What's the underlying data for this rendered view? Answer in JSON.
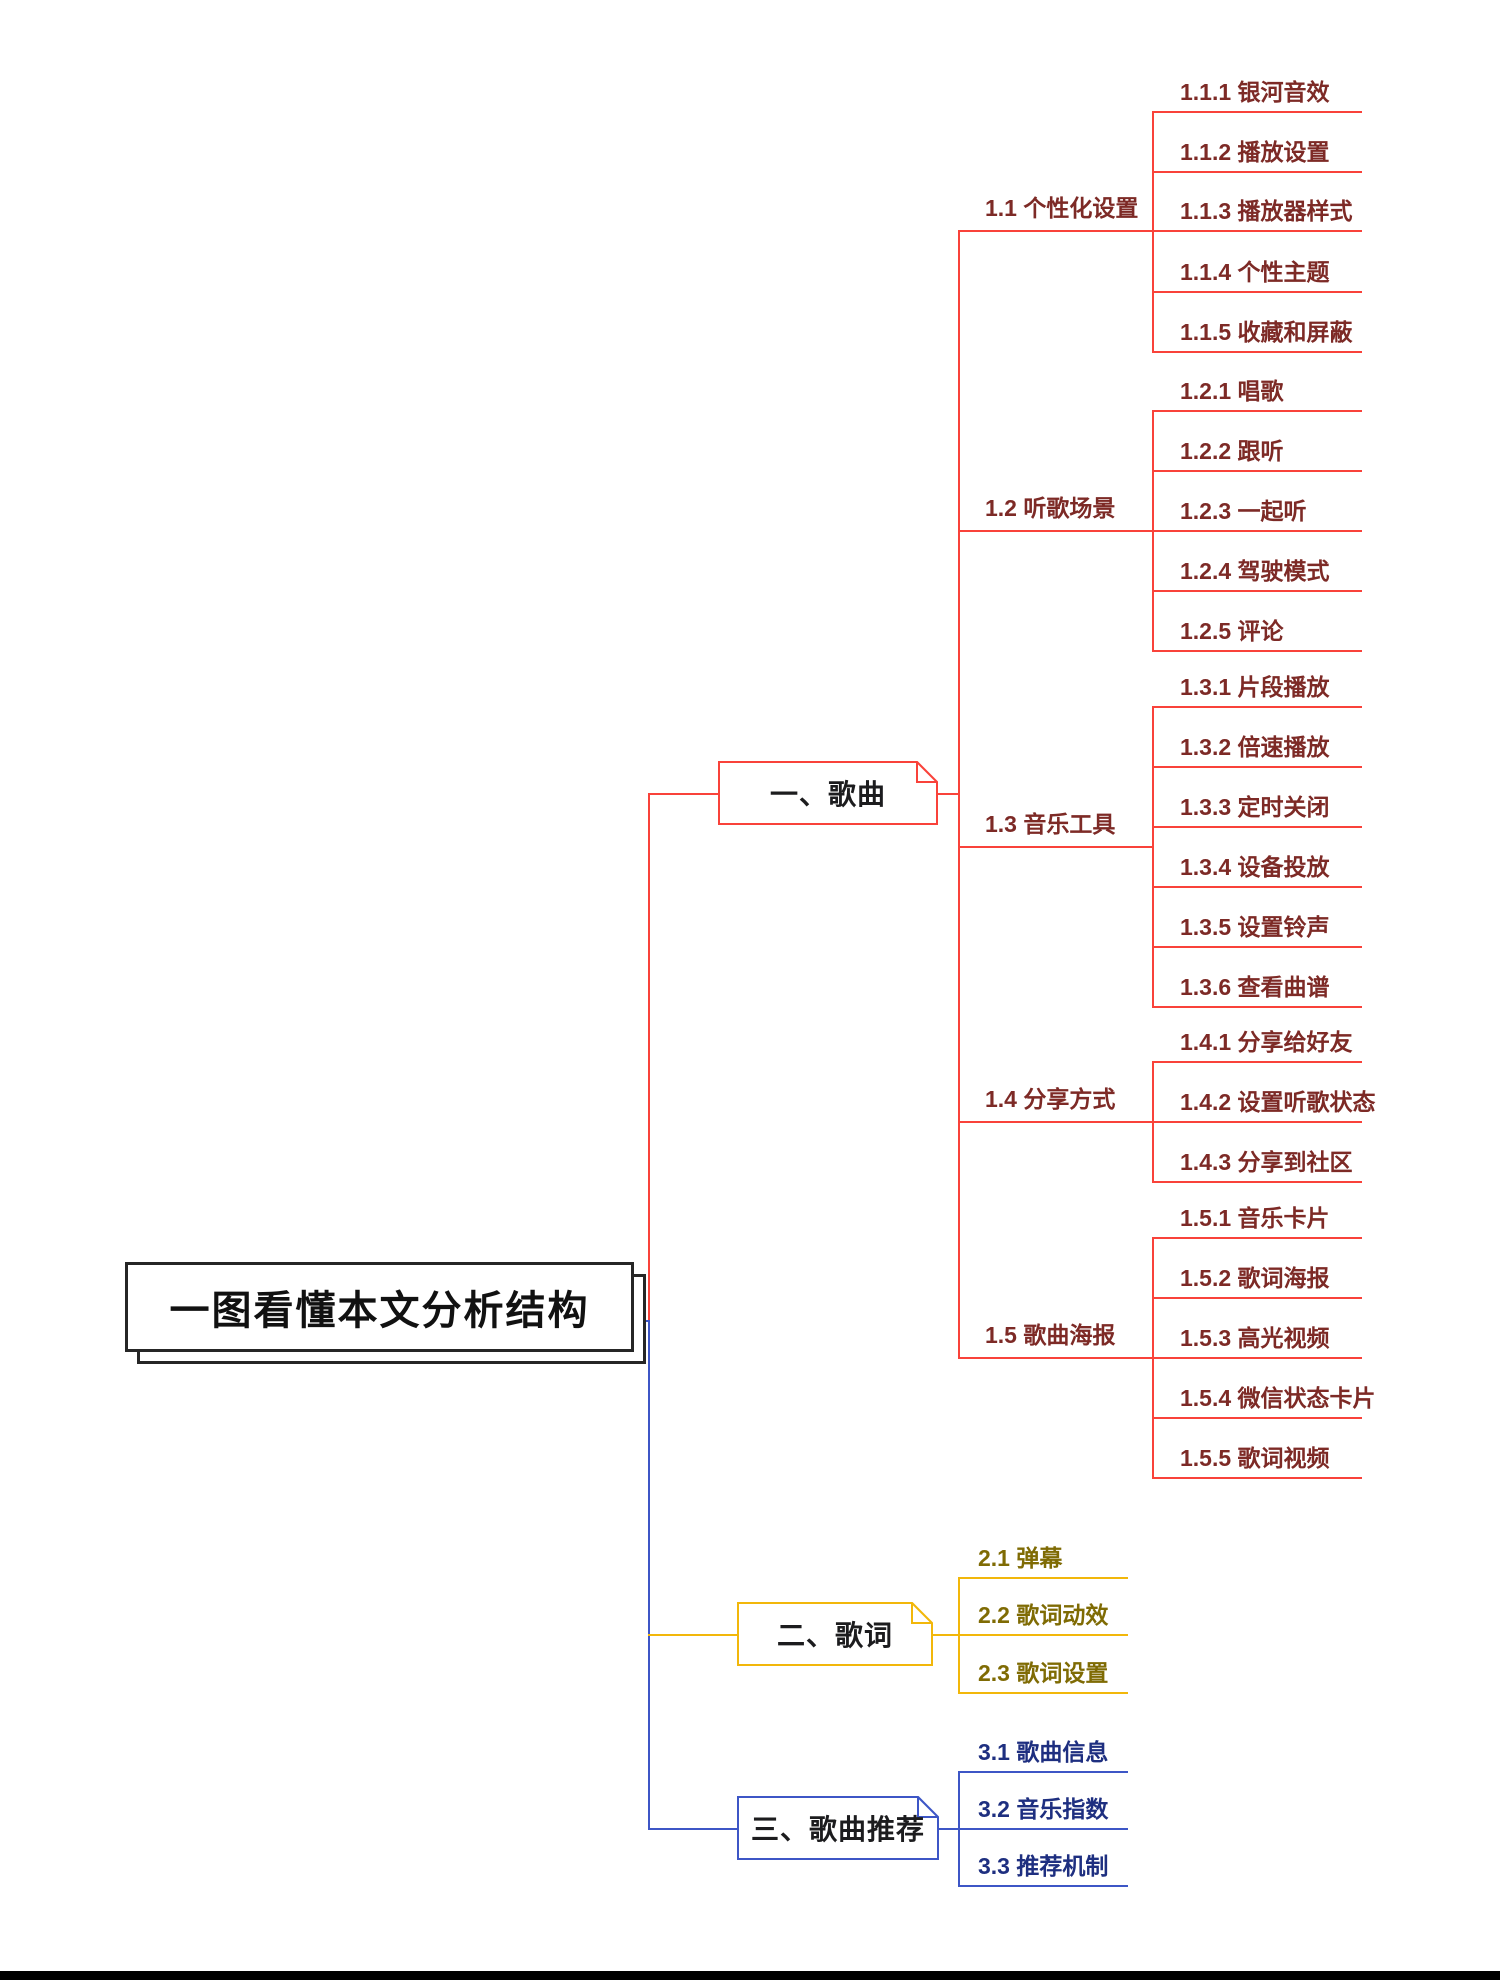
{
  "root": {
    "label": "一图看懂本文分析结构"
  },
  "branch1": {
    "label": "一、歌曲",
    "groups": [
      {
        "label": "1.1 个性化设置",
        "leaves": [
          "1.1.1 银河音效",
          "1.1.2 播放设置",
          "1.1.3 播放器样式",
          "1.1.4 个性主题",
          "1.1.5 收藏和屏蔽"
        ]
      },
      {
        "label": "1.2 听歌场景",
        "leaves": [
          "1.2.1 唱歌",
          "1.2.2 跟听",
          "1.2.3 一起听",
          "1.2.4 驾驶模式",
          "1.2.5 评论"
        ]
      },
      {
        "label": "1.3 音乐工具",
        "leaves": [
          "1.3.1 片段播放",
          "1.3.2 倍速播放",
          "1.3.3 定时关闭",
          "1.3.4 设备投放",
          "1.3.5 设置铃声",
          "1.3.6 查看曲谱"
        ]
      },
      {
        "label": "1.4 分享方式",
        "leaves": [
          "1.4.1 分享给好友",
          "1.4.2 设置听歌状态",
          "1.4.3 分享到社区"
        ]
      },
      {
        "label": "1.5 歌曲海报",
        "leaves": [
          "1.5.1 音乐卡片",
          "1.5.2 歌词海报",
          "1.5.3 高光视频",
          "1.5.4 微信状态卡片",
          "1.5.5 歌词视频"
        ]
      }
    ]
  },
  "branch2": {
    "label": "二、歌词",
    "leaves": [
      "2.1 弹幕",
      "2.2 歌词动效",
      "2.3 歌词设置"
    ]
  },
  "branch3": {
    "label": "三、歌曲推荐",
    "leaves": [
      "3.1 歌曲信息",
      "3.2 音乐指数",
      "3.3 推荐机制"
    ]
  },
  "colors": {
    "branch1_line": "#f9423a",
    "branch1_text": "#7d2a26",
    "branch2_line": "#f2b70a",
    "branch2_text": "#7f6b04",
    "branch3_line": "#3d56c6",
    "bran3_text_navy": "#1e2f80",
    "node_text": "#1c1c1e",
    "root_border": "#262626",
    "bottom_bar": "#000000"
  }
}
